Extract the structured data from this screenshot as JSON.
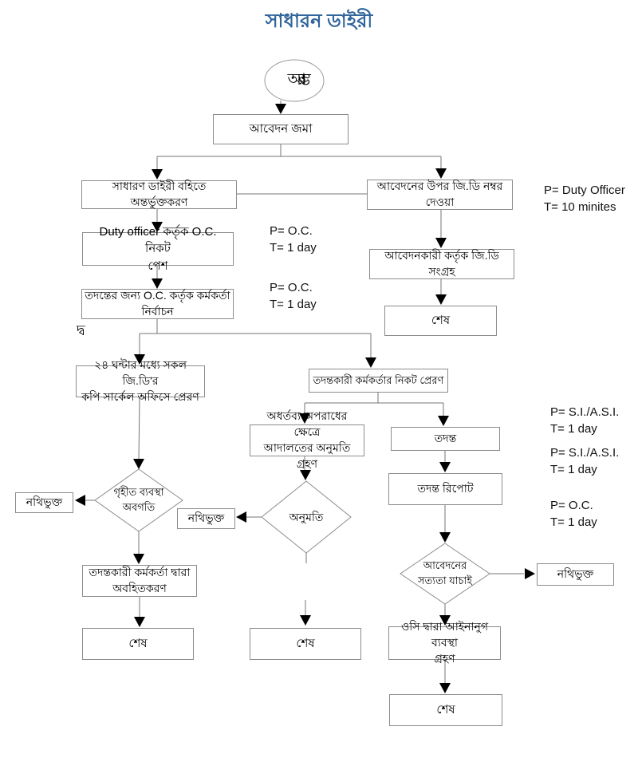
{
  "title": "সাধারন ডাইরী",
  "colors": {
    "title": "#31659C",
    "box_border": "#8c8c8c",
    "connector": "#757575",
    "arrowhead": "#000000",
    "text": "#000000"
  },
  "flowchart": {
    "start": {
      "label": "আরম্ভ"
    },
    "stray_text": "দ্ব",
    "nodes": {
      "apply": {
        "label": "আবেদন জমা"
      },
      "gd_entry": {
        "label": "সাধারণ ডাইরী বহিতে অন্তর্ভুক্তকরণ"
      },
      "gd_number": {
        "label": "আবেদনের উপর জি.ডি নম্বর দেওয়া"
      },
      "duty": {
        "line1": "Duty officer কর্তৃক O.C. নিকট",
        "line2": "পেশ"
      },
      "collect": {
        "label": "আবেদনকারী কর্তৃক জি.ডি সংগ্রহ"
      },
      "end_collect": {
        "label": "শেষ"
      },
      "officer_select": {
        "line1": "তদন্তের জন্য O.C. কর্তৃক কর্মকর্তা",
        "line2": "নির্বাচন"
      },
      "copy_24h": {
        "line1": "২৪ ঘন্টার মধ্যে সকল জি.ডি'র",
        "line2": "কপি সার্কেল অফিসে প্রেরণ"
      },
      "forward": {
        "label": "তদন্তকারী কর্মকর্তার নিকট প্রেরণ"
      },
      "court": {
        "line1": "অধর্তব্য অপরাধের ক্ষেত্রে",
        "line2": "আদালতের অনুমতি গ্রহণ"
      },
      "invest": {
        "label": "তদন্ত"
      },
      "report": {
        "label": "তদন্ত রিপোট"
      },
      "status_diamond": {
        "line1": "গৃহীত ব্যবস্থা",
        "line2": "অবগতি"
      },
      "permit_diamond": {
        "label": "অনুমতি"
      },
      "verify_diamond": {
        "line1": "আবেদনের",
        "line2": "সত্যতা যাচাই"
      },
      "filed_left": {
        "label": "নথিভুক্ত"
      },
      "filed_mid": {
        "label": "নথিভুক্ত"
      },
      "filed_right": {
        "label": "নথিভুক্ত"
      },
      "inform": {
        "line1": "তদন্তকারী কর্মকর্তা দ্বারা",
        "line2": "অবহিতকরণ"
      },
      "end_left": {
        "label": "শেষ"
      },
      "end_mid": {
        "label": "শেষ"
      },
      "legal": {
        "line1": "ওসি দ্বারা আইনানুগ ব্যবস্থা",
        "line2": "গ্রহণ"
      },
      "end_right": {
        "label": "শেষ"
      }
    },
    "annotations": [
      {
        "p": "P= Duty Officer",
        "t": "T= 10 minites"
      },
      {
        "p": "P= O.C.",
        "t": "T= 1 day"
      },
      {
        "p": "P= O.C.",
        "t": "T= 1 day"
      },
      {
        "p": "P= S.I./A.S.I.",
        "t": "T= 1 day"
      },
      {
        "p": "P= S.I./A.S.I.",
        "t": "T= 1 day"
      },
      {
        "p": "P= O.C.",
        "t": "T= 1 day"
      }
    ]
  }
}
